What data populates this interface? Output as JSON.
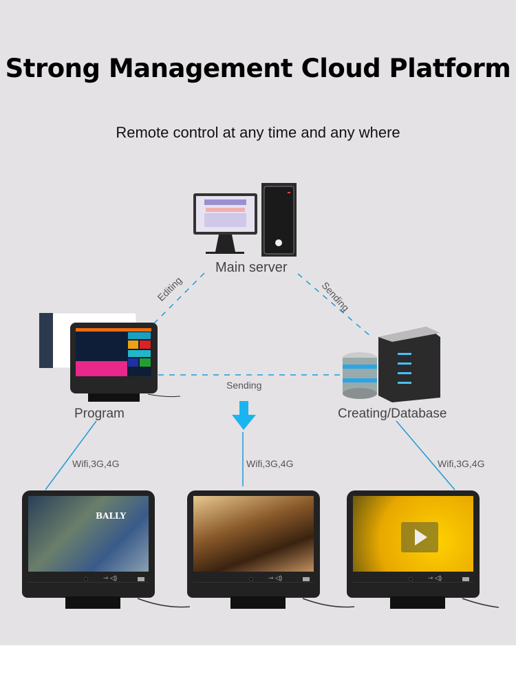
{
  "header": {
    "title": "Strong Management Cloud Platform",
    "subtitle": "Remote control at any time and any where"
  },
  "nodes": {
    "main_server": "Main server",
    "program": "Program",
    "database": "Creating/Database"
  },
  "links": {
    "editing": "Editing",
    "sending_right": "Sending",
    "sending_bottom": "Sending",
    "wifi": [
      "Wifi,3G,4G",
      "Wifi,3G,4G",
      "Wifi,3G,4G"
    ]
  },
  "screen_brand": "BALLY",
  "colors": {
    "accent": "#1ea0d8",
    "arrow": "#1ab4f0",
    "background": "#e4e2e5"
  }
}
